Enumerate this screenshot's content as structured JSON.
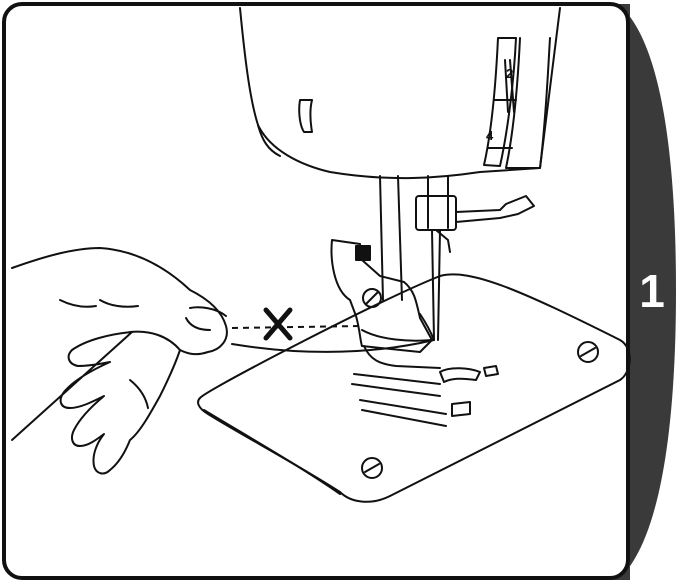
{
  "step": {
    "number": "1"
  },
  "dial_marks": {
    "upper": "2",
    "lower": "4"
  },
  "colors": {
    "tab": "#3a3a3a",
    "line": "#111111",
    "background": "#ffffff"
  },
  "icons": {
    "cross": "x-mark-icon"
  }
}
